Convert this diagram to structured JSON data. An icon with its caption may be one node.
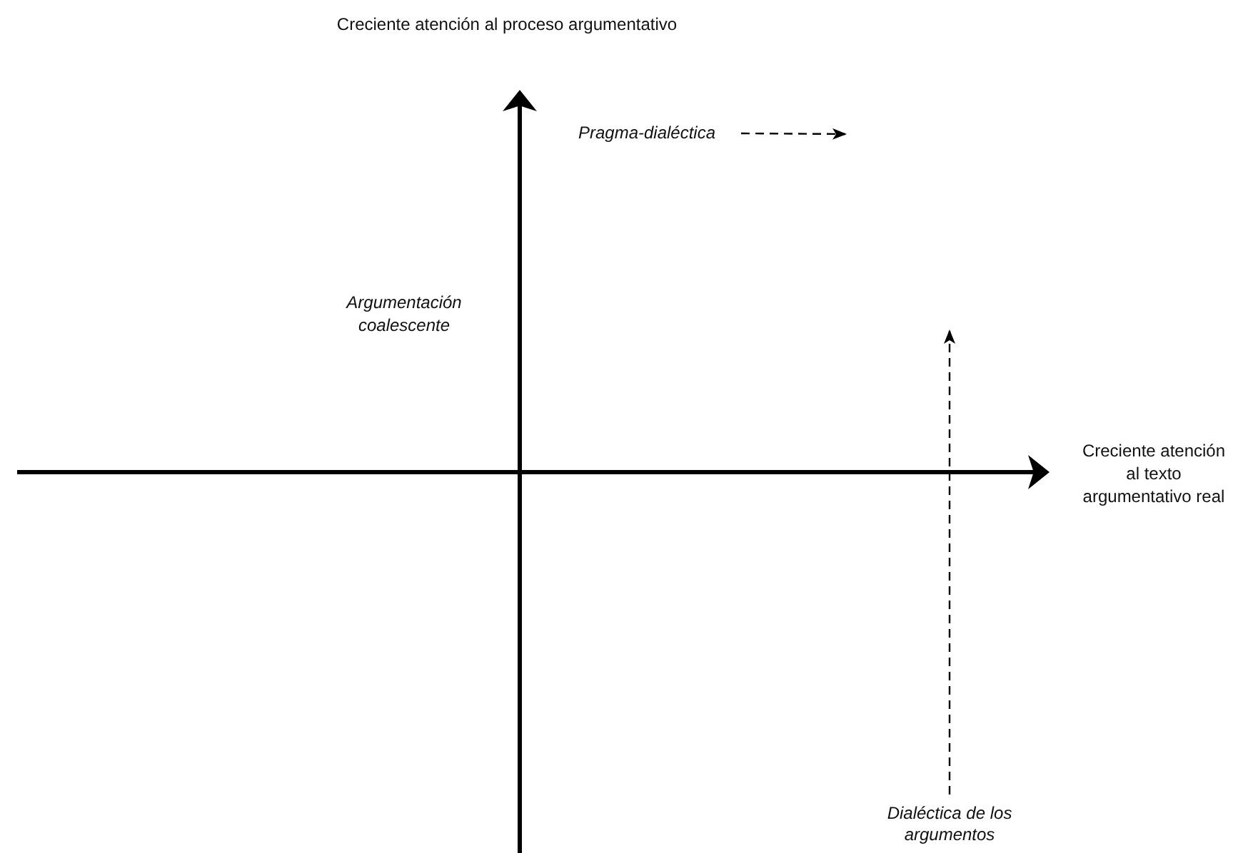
{
  "diagram": {
    "nodes": [
      {
        "text": [
          "Pragma-dialéctica"
        ]
      },
      {
        "text": [
          "Dialéctica de los argumentos"
        ]
      }
    ],
    "edges": [
      {
        "from": 0,
        "to": null,
        "arrow": "to",
        "style": "dashed"
      },
      {
        "from": 1,
        "to": null,
        "arrow": "to",
        "style": "dashed"
      }
    ],
    "labels": [
      "Creciente atención al proceso argumentativo",
      "Argumentación coalescente",
      "Creciente atención al texto argumentativo real"
    ]
  }
}
